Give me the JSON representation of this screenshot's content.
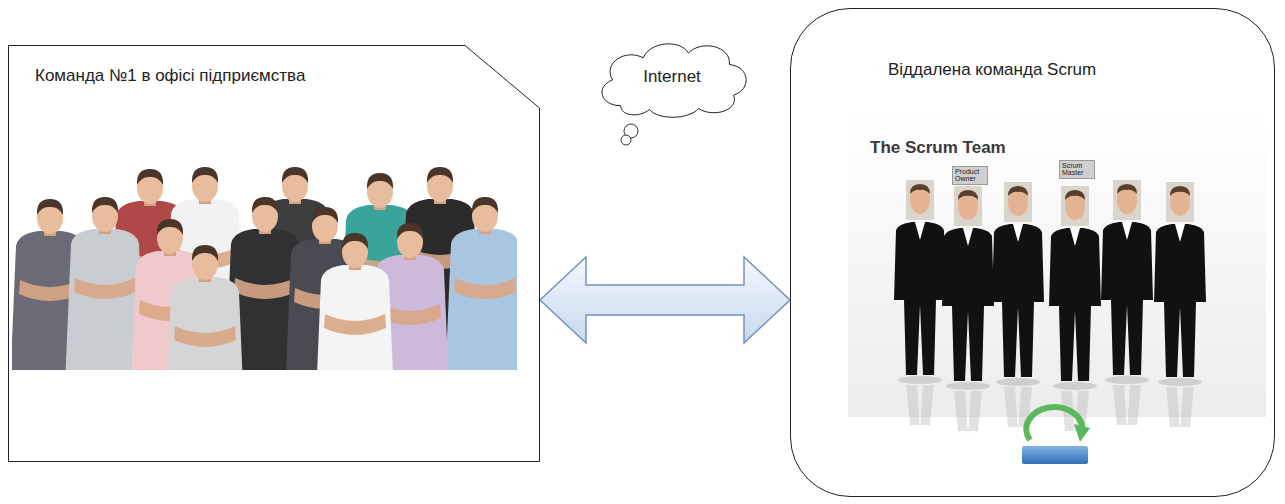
{
  "diagram": {
    "nodes": [
      {
        "text": [
          "Команда №1 в офісі підприємства"
        ]
      },
      {
        "text": [
          "Internet"
        ]
      },
      {
        "text": [
          "Віддалена команда Scrum"
        ]
      }
    ],
    "edges": [
      {
        "from": 0,
        "to": 2,
        "arrow": "both"
      }
    ],
    "labels": [
      "The Scrum Team",
      "Product Owner",
      "Scrum Master"
    ]
  }
}
